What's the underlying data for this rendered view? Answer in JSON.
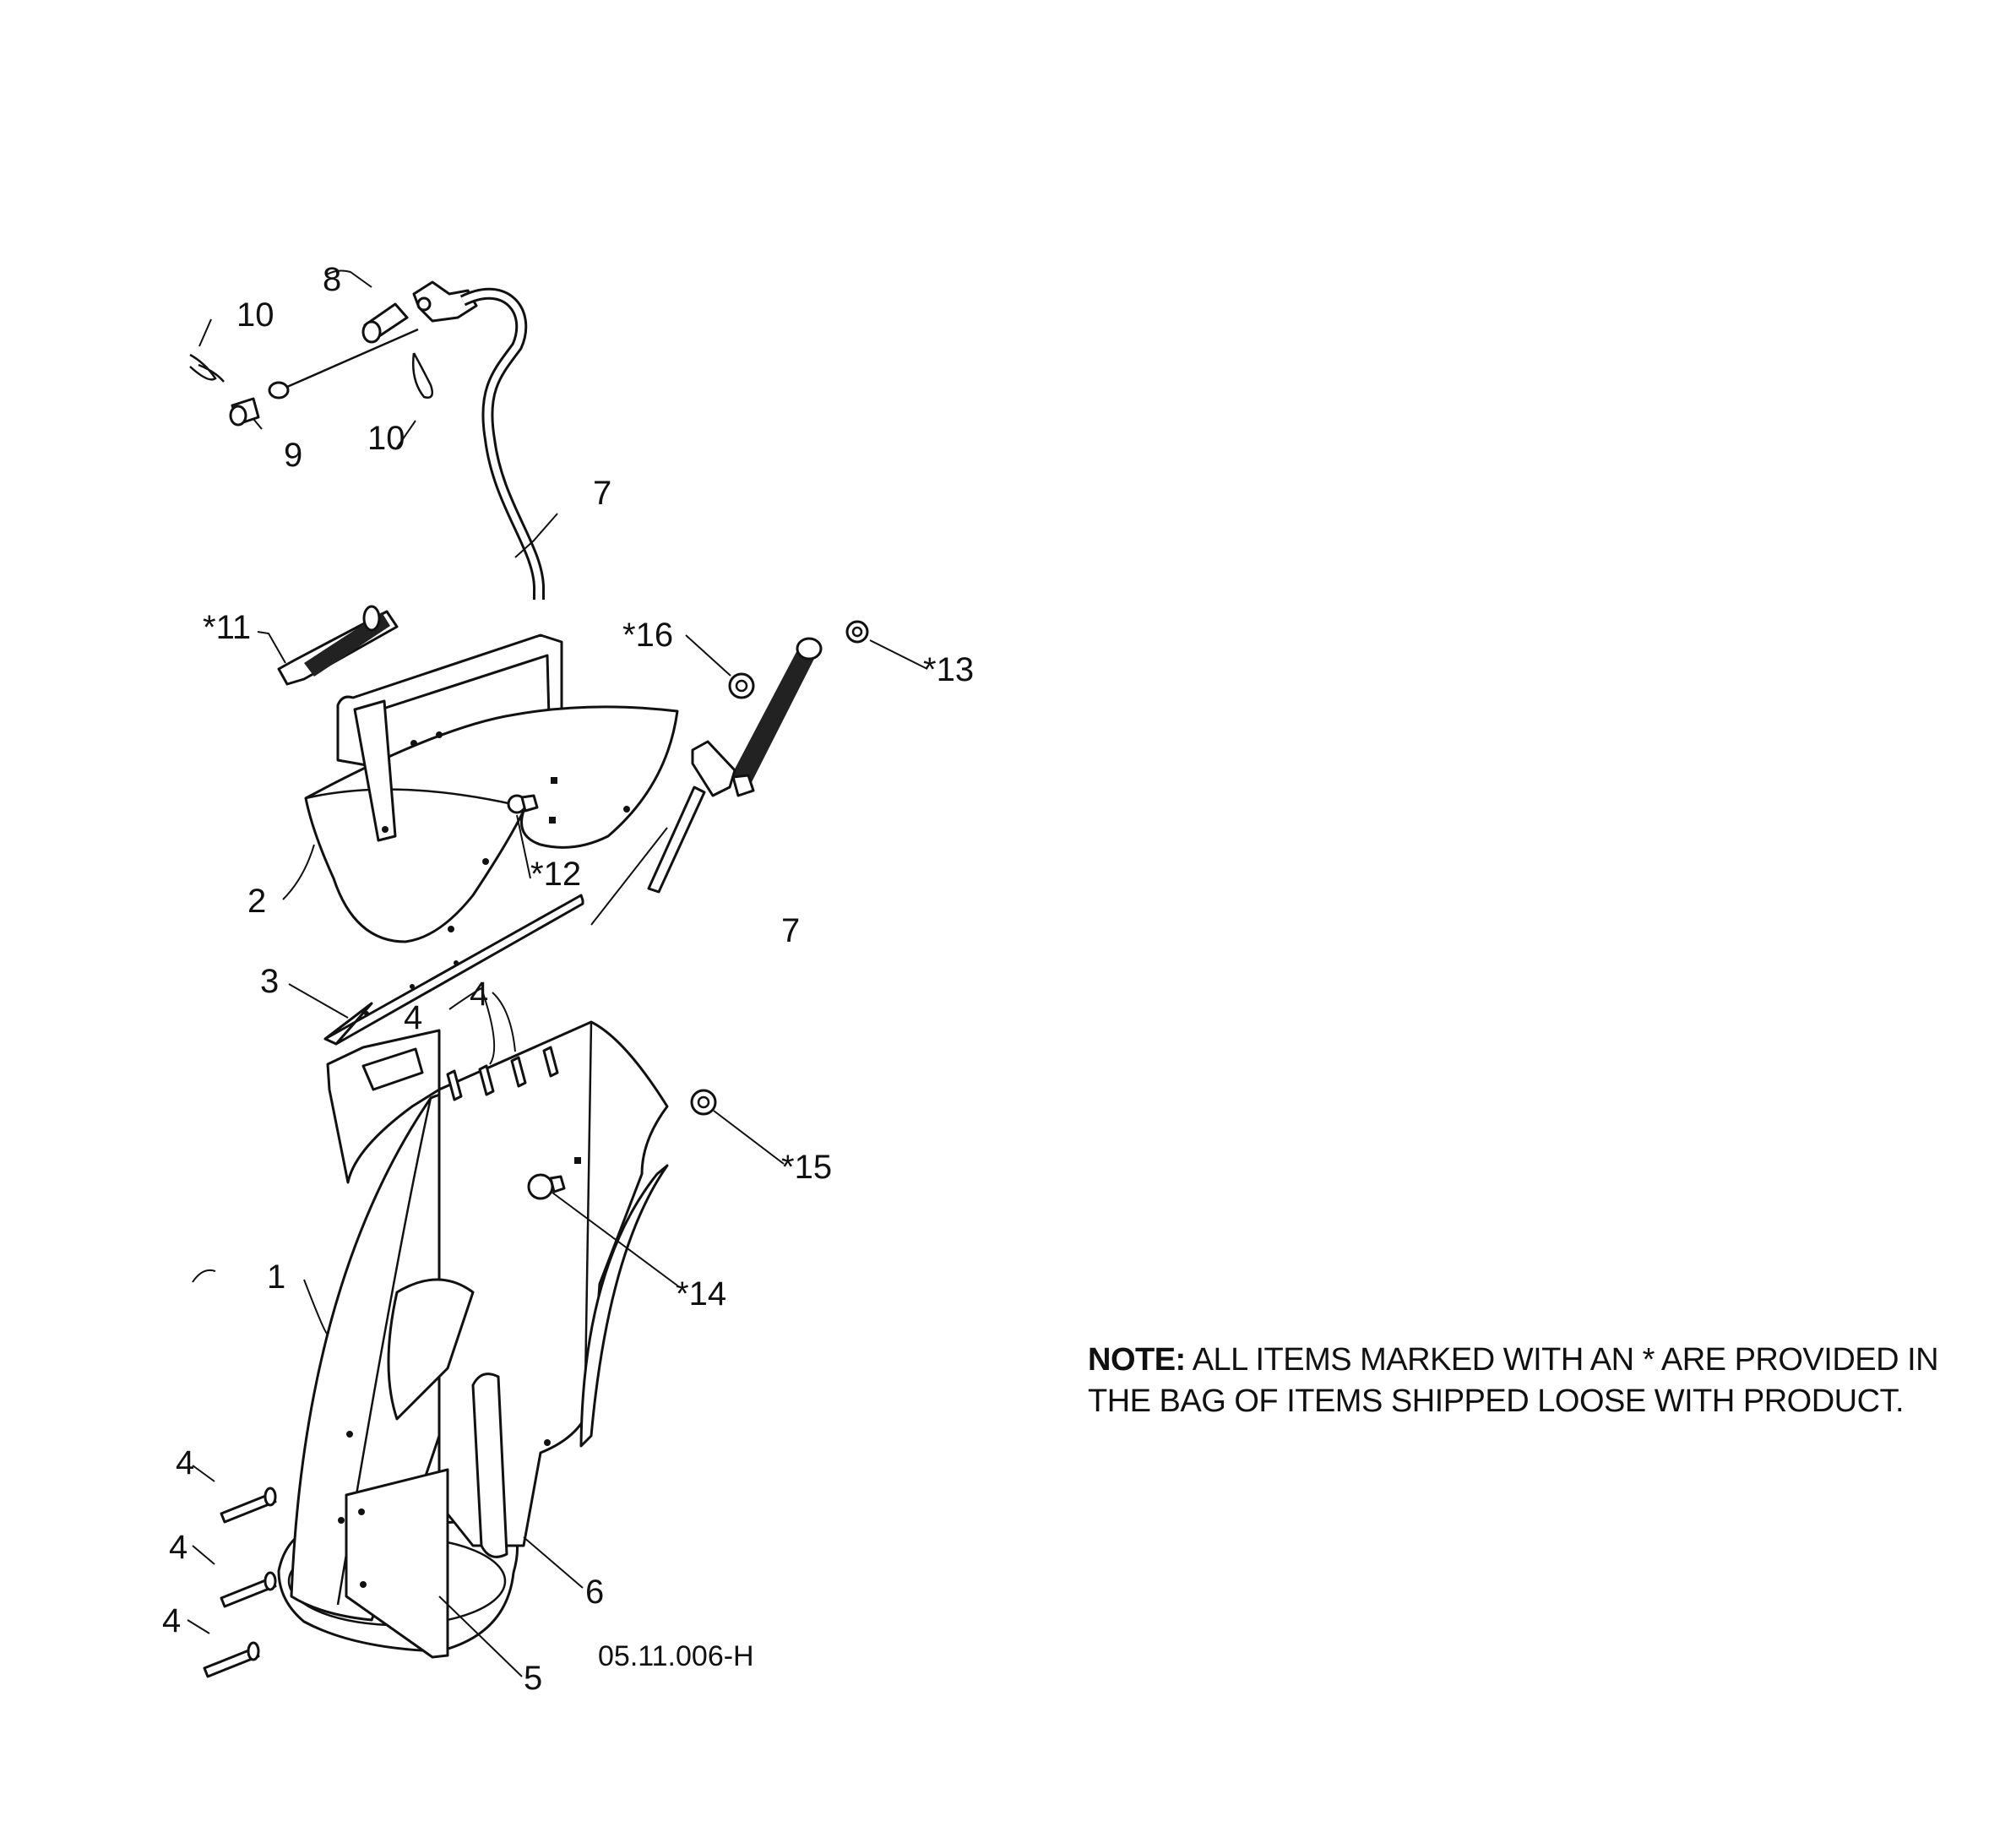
{
  "callouts": {
    "c1": "1",
    "c2": "2",
    "c3": "3",
    "c4a": "4",
    "c4b": "4",
    "c4c": "4",
    "c4d": "4",
    "c4e": "4",
    "c5": "5",
    "c6": "6",
    "c7a": "7",
    "c7b": "7",
    "c8": "8",
    "c9": "9",
    "c10a": "10",
    "c10b": "10",
    "c11": "*11",
    "c12": "*12",
    "c13": "*13",
    "c14": "*14",
    "c15": "*15",
    "c16": "*16"
  },
  "note": {
    "label": "NOTE:",
    "text": "ALL ITEMS MARKED WITH AN * ARE PROVIDED IN THE BAG OF ITEMS SHIPPED LOOSE WITH PRODUCT."
  },
  "drawing_code": "05.11.006-H"
}
